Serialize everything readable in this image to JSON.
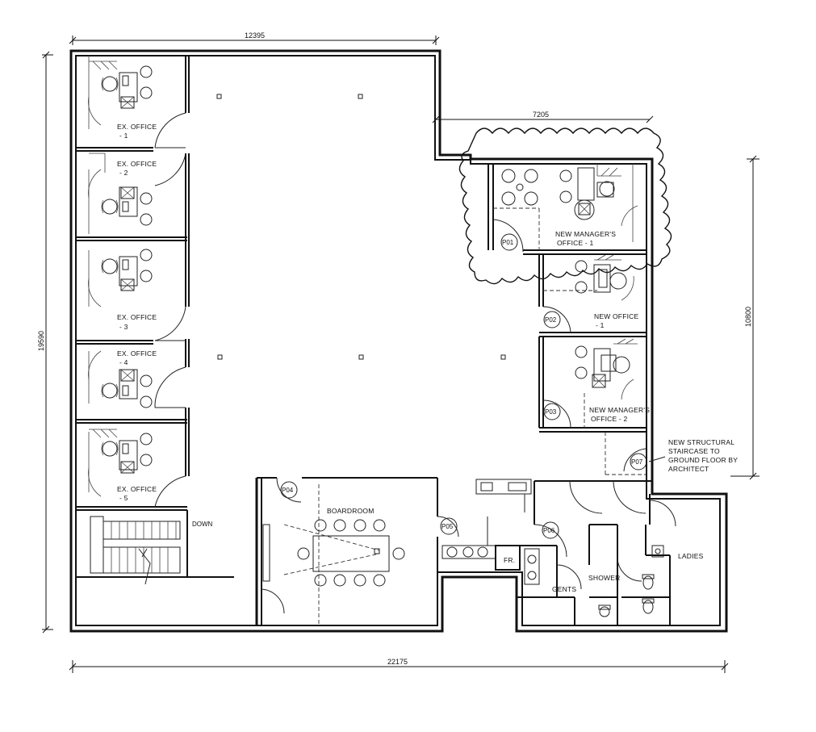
{
  "dimensions": {
    "top": "12395",
    "top_right": "7205",
    "bottom": "22175",
    "left": "19590",
    "right": "10800"
  },
  "rooms": {
    "ex_office_1": [
      "EX. OFFICE",
      "- 1"
    ],
    "ex_office_2": [
      "EX. OFFICE",
      "- 2"
    ],
    "ex_office_3": [
      "EX. OFFICE",
      "- 3"
    ],
    "ex_office_4": [
      "EX. OFFICE",
      "- 4"
    ],
    "ex_office_5": [
      "EX. OFFICE",
      "- 5"
    ],
    "new_manager_1": [
      "NEW MANAGER'S",
      "OFFICE - 1"
    ],
    "new_office_1": [
      "NEW OFFICE",
      "- 1"
    ],
    "new_manager_2": [
      "NEW MANAGER'S",
      "OFFICE - 2"
    ],
    "boardroom": "BOARDROOM",
    "gents": "GENTS",
    "shower": "SHOWER",
    "ladies": "LADIES",
    "fr": "FR.",
    "down": "DOWN"
  },
  "door_tags": [
    "P01",
    "P02",
    "P03",
    "P04",
    "P05",
    "P06",
    "P07"
  ],
  "note": [
    "NEW STRUCTURAL",
    "STAIRCASE TO",
    "GROUND FLOOR BY",
    "ARCHITECT"
  ]
}
